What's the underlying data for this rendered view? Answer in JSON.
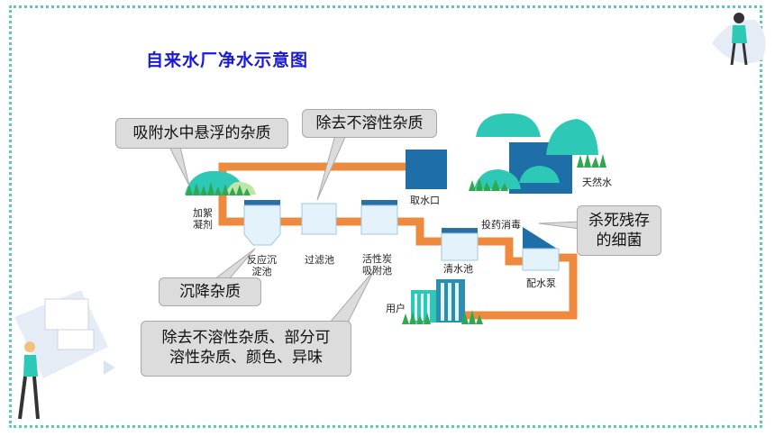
{
  "title": "自来水厂净水示意图",
  "callouts": {
    "adsorb": "吸附水中悬浮的杂质",
    "remove_insoluble": "除去不溶性杂质",
    "settle": "沉降杂质",
    "kill": [
      "杀死残存",
      "的细菌"
    ],
    "carbon": [
      "除去不溶性杂质、部分可",
      "溶性杂质、颜色、异味"
    ]
  },
  "labels": {
    "natural_water": "天然水",
    "intake": "取水口",
    "coagulant": [
      "加絮",
      "凝剂"
    ],
    "reaction_tank": [
      "反应沉",
      "淀池"
    ],
    "filter_tank": "过滤池",
    "carbon_tank": [
      "活性炭",
      "吸附池"
    ],
    "clear_tank": "清水池",
    "dosing": "投药消毒",
    "pump": "配水泵",
    "users": "用户"
  },
  "colors": {
    "pipe": "#ee8a3e",
    "water_dark": "#1e6fa8",
    "tank_fill": "#e4f3fb",
    "tank_top": "#2b6fa6",
    "teal": "#2ec9b6",
    "grass": "#2fa84f",
    "title": "#1a1ad6",
    "frame": "#5cc9b8"
  }
}
